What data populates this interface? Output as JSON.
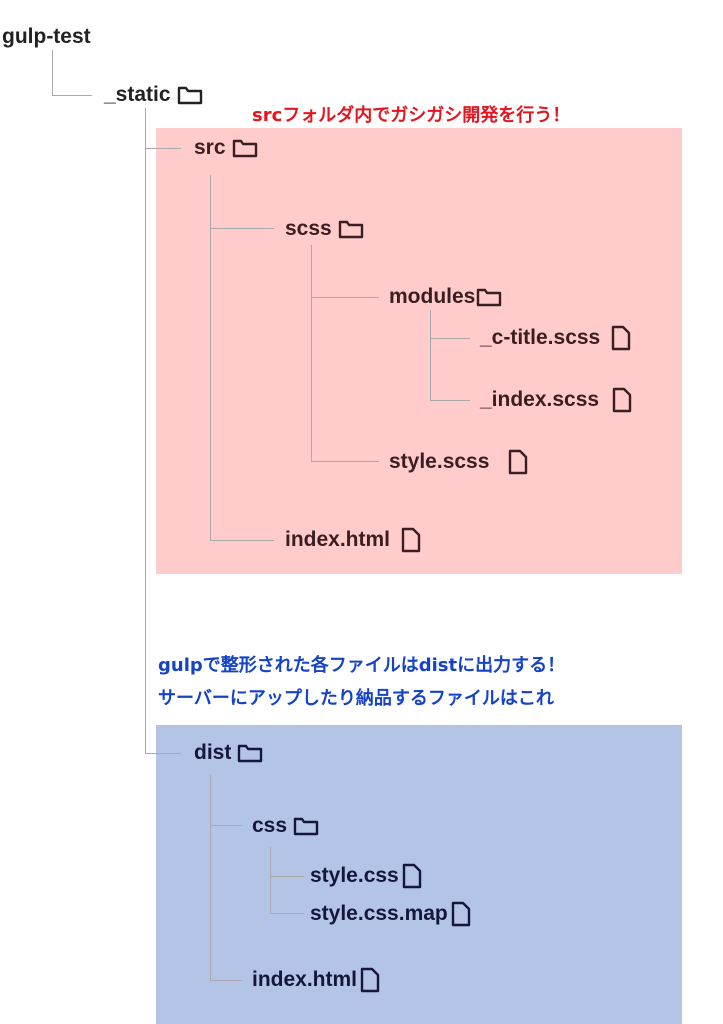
{
  "tree": {
    "root": "gulp-test",
    "static": "_static",
    "src": {
      "name": "src",
      "scss": "scss",
      "modules": "modules",
      "c_title": "_c-title.scss",
      "index_scss": "_index.scss",
      "style_scss": "style.scss",
      "index_html": "index.html"
    },
    "dist": {
      "name": "dist",
      "css": "css",
      "style_css": "style.css",
      "style_css_map": "style.css.map",
      "index_html": "index.html"
    }
  },
  "notes": {
    "src_note": "srcフォルダ内でガシガシ開発を行う！",
    "dist_note_line1": "gulpで整形された各ファイルはdistに出力する！",
    "dist_note_line2": "サーバーにアップしたり納品するファイルはこれ"
  },
  "colors": {
    "src_panel": "#ffcbcb",
    "dist_panel": "#b3c4e7",
    "src_note": "#e6141e",
    "dist_note": "#1443c8"
  },
  "icons": {
    "folder": "folder-icon",
    "file": "file-icon"
  }
}
